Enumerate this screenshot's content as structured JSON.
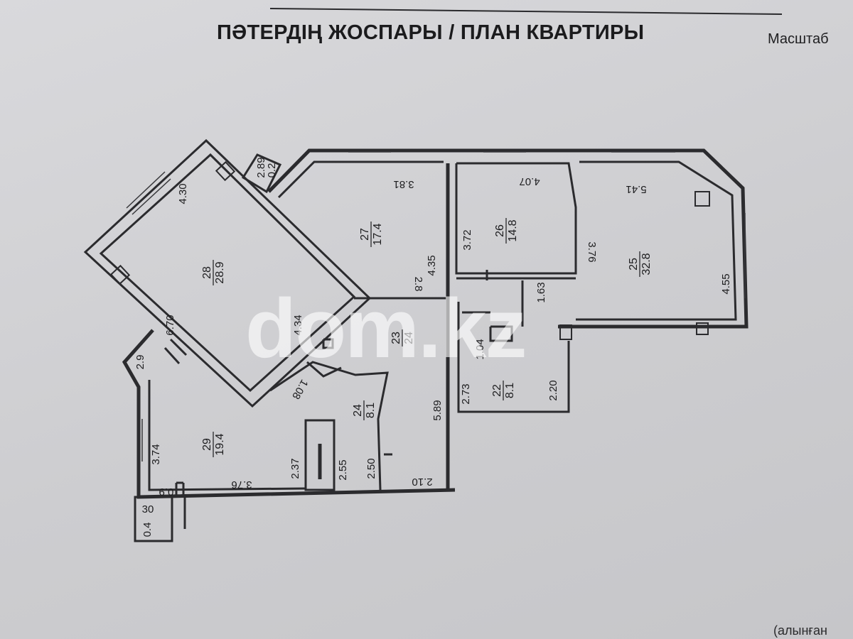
{
  "header": {
    "title": "ПӘТЕРДІҢ ЖОСПАРЫ / ПЛАН КВАРТИРЫ",
    "scale_label": "Масштаб"
  },
  "watermark": "dom.kz",
  "footer": {
    "fragment": "(алынған"
  },
  "rooms": [
    {
      "id": "28",
      "area": "28.9"
    },
    {
      "id": "27",
      "area": "17.4"
    },
    {
      "id": "26",
      "area": "14.8"
    },
    {
      "id": "25",
      "area": "32.8"
    },
    {
      "id": "29",
      "area": "19.4"
    },
    {
      "id": "24",
      "area": "8.1"
    },
    {
      "id": "22",
      "area": "8.1"
    },
    {
      "id": "23",
      "area": "24"
    }
  ],
  "dimensions": {
    "room28_top": "4.30",
    "room28_side": "6.70",
    "room28_inner": "4.34",
    "room27_top": "3.81",
    "room27_side": "4.35",
    "room27_small": "2.8",
    "room26_top": "4.07",
    "room26_side": "3.72",
    "room25_top": "5.41",
    "room25_left": "3.76",
    "room25_right": "4.55",
    "corridor_width": "1.63",
    "room22_top": "1.04",
    "room22_left": "2.73",
    "room22_right": "2.20",
    "room23_long": "5.89",
    "room23_bottom": "2.10",
    "room24_diag": "1.08",
    "room24_side": "2.50",
    "closet_side": "2.55",
    "room29_right": "2.37",
    "room29_left": "3.74",
    "room29_bottom": "3.76",
    "room29_corner": "2.9",
    "balcony_top_a": "2.89",
    "balcony_top_b": "0.2",
    "balcony_bottom_a": "30",
    "balcony_bottom_b": "0.4",
    "balcony_bottom_c": "0.9"
  }
}
